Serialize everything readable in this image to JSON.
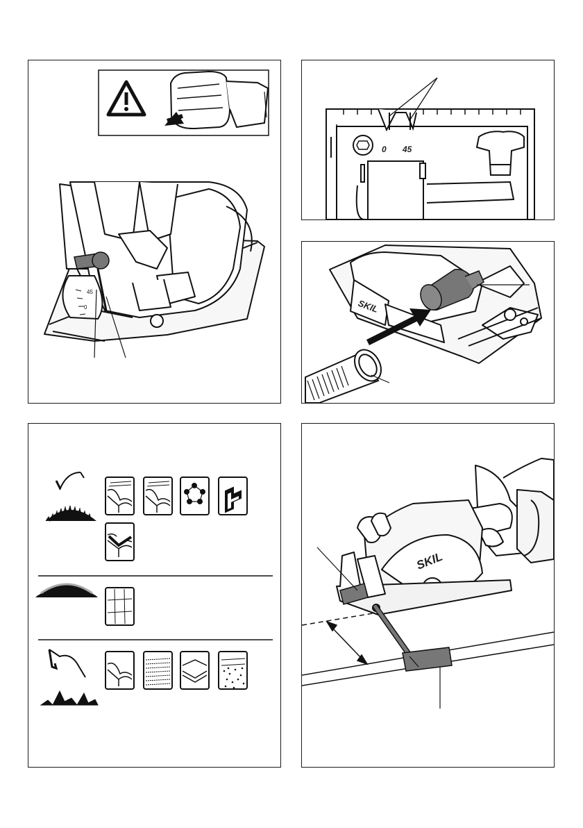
{
  "panel_angle_scale": {
    "label_zero": "0",
    "label_45": "45"
  },
  "panel_dust_extraction": {
    "brand_label": "SKIL"
  },
  "panel_parallel_guide": {
    "brand_label": "SKIL"
  },
  "panel_blade_types": {
    "rows": [
      {
        "blade": "fine-tooth-blade",
        "materials": [
          "solid-wood-crosscut",
          "solid-wood-rip",
          "plastic",
          "aluminium-profile",
          "plywood"
        ]
      },
      {
        "blade": "abrasive-disc",
        "materials": [
          "tile"
        ]
      },
      {
        "blade": "coarse-tooth-blade",
        "materials": [
          "solid-wood",
          "chipboard",
          "plywood",
          "fibreboard"
        ]
      }
    ]
  },
  "colors": {
    "line": "#1a1a1a",
    "grey_part": "#777777",
    "light_fill": "#f2f2f2"
  }
}
